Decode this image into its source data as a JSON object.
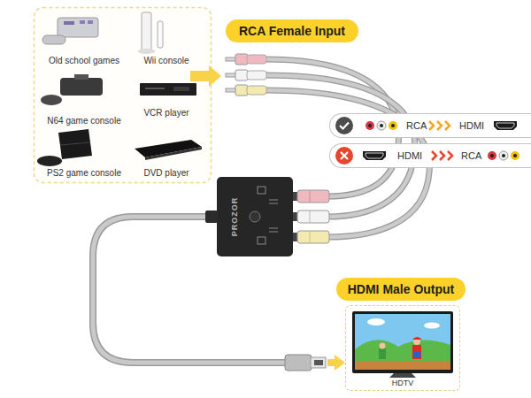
{
  "diagram": {
    "nodes": [
      {
        "text": [
          "RCA Female Input"
        ]
      },
      {
        "text": [
          "RCA",
          "HDMI"
        ]
      },
      {
        "text": [
          "HDMI",
          "RCA"
        ]
      },
      {
        "text": [
          "PROZOR"
        ]
      },
      {
        "text": [
          "HDMI Male Output"
        ]
      },
      {
        "text": [
          "HDTV"
        ]
      }
    ],
    "edges": [
      {
        "from": 3,
        "to": 5,
        "arrow": "to"
      }
    ],
    "labels": [
      "Old school games",
      "Wii console",
      "N64 game console",
      "VCR player",
      "PS2 game console",
      "DVD player"
    ]
  }
}
